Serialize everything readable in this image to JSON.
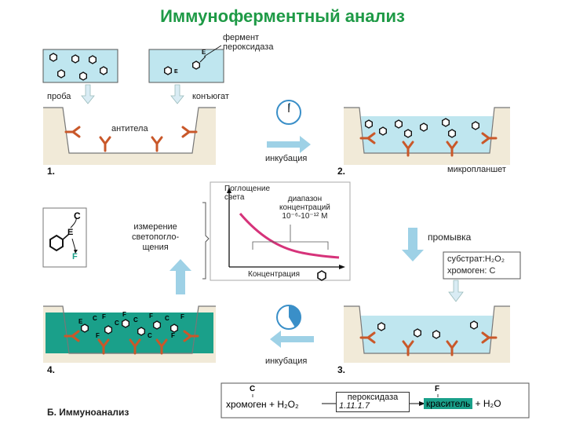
{
  "title": "Иммуноферментный анализ",
  "labels": {
    "sample": "проба",
    "conjugate": "конъюгат",
    "enzyme": "фермент\nпероксидаза",
    "antibodies": "антитела",
    "incubation_top": "инкубация",
    "microplate": "микропланшет",
    "washing": "промывка",
    "substrate": "субстрат:H₂O₂",
    "chromogen": "хромоген: С",
    "incubation_bottom": "инкубация",
    "measurement": "измерение\nсветопогло-\nщения",
    "section": "Б. Иммуноанализ",
    "letter_c": "C",
    "letter_e": "E",
    "letter_f": "F"
  },
  "steps": [
    "1.",
    "2.",
    "3.",
    "4."
  ],
  "graph": {
    "ylabel": "Поглощение\nсвета",
    "range_label": "диапазон\nконцентраций\n10⁻⁶-10⁻¹² M",
    "xlabel": "Концентрация"
  },
  "reaction": {
    "top_c": "C",
    "top_f": "F",
    "left": "хромоген + H₂O₂",
    "enzyme": "пероксидаза",
    "ec": "1.11.1.7",
    "dye": "краситель",
    "plus_water": "+ H₂O"
  },
  "colors": {
    "title": "#1e9a46",
    "liquid": "#bfe6ef",
    "dark_liquid": "#1aa08a",
    "antibody": "#c9582a",
    "arrow": "#9ed1e6"
  }
}
